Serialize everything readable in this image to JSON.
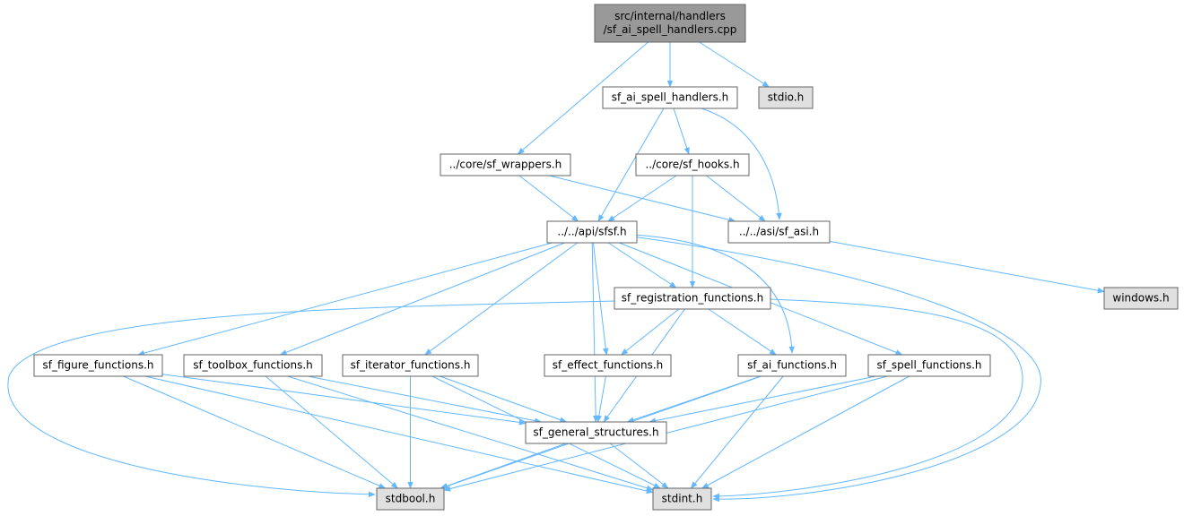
{
  "colors": {
    "edge": "#63b8ff",
    "root_fill": "#999999",
    "external_fill": "#e0e0e0",
    "internal_fill": "#ffffff",
    "border": "#666666"
  },
  "nodes": [
    {
      "id": "root",
      "lines": [
        "src/internal/handlers",
        "/sf_ai_spell_handlers.cpp"
      ],
      "kind": "root"
    },
    {
      "id": "sf_ai_spell_handlers_h",
      "lines": [
        "sf_ai_spell_handlers.h"
      ],
      "kind": "internal"
    },
    {
      "id": "stdio_h",
      "lines": [
        "stdio.h"
      ],
      "kind": "external"
    },
    {
      "id": "sf_wrappers_h",
      "lines": [
        "../core/sf_wrappers.h"
      ],
      "kind": "internal"
    },
    {
      "id": "sf_hooks_h",
      "lines": [
        "../core/sf_hooks.h"
      ],
      "kind": "internal"
    },
    {
      "id": "sfsf_h",
      "lines": [
        "../../api/sfsf.h"
      ],
      "kind": "internal"
    },
    {
      "id": "sf_asi_h",
      "lines": [
        "../../asi/sf_asi.h"
      ],
      "kind": "internal"
    },
    {
      "id": "windows_h",
      "lines": [
        "windows.h"
      ],
      "kind": "external"
    },
    {
      "id": "sf_registration_functions_h",
      "lines": [
        "sf_registration_functions.h"
      ],
      "kind": "internal"
    },
    {
      "id": "sf_figure_functions_h",
      "lines": [
        "sf_figure_functions.h"
      ],
      "kind": "internal"
    },
    {
      "id": "sf_toolbox_functions_h",
      "lines": [
        "sf_toolbox_functions.h"
      ],
      "kind": "internal"
    },
    {
      "id": "sf_iterator_functions_h",
      "lines": [
        "sf_iterator_functions.h"
      ],
      "kind": "internal"
    },
    {
      "id": "sf_effect_functions_h",
      "lines": [
        "sf_effect_functions.h"
      ],
      "kind": "internal"
    },
    {
      "id": "sf_ai_functions_h",
      "lines": [
        "sf_ai_functions.h"
      ],
      "kind": "internal"
    },
    {
      "id": "sf_spell_functions_h",
      "lines": [
        "sf_spell_functions.h"
      ],
      "kind": "internal"
    },
    {
      "id": "sf_general_structures_h",
      "lines": [
        "sf_general_structures.h"
      ],
      "kind": "internal"
    },
    {
      "id": "stdbool_h",
      "lines": [
        "stdbool.h"
      ],
      "kind": "external"
    },
    {
      "id": "stdint_h",
      "lines": [
        "stdint.h"
      ],
      "kind": "external"
    }
  ],
  "edges": [
    [
      "root",
      "sf_ai_spell_handlers_h"
    ],
    [
      "root",
      "stdio_h"
    ],
    [
      "root",
      "sf_wrappers_h"
    ],
    [
      "sf_ai_spell_handlers_h",
      "sf_hooks_h"
    ],
    [
      "sf_ai_spell_handlers_h",
      "sfsf_h"
    ],
    [
      "sf_ai_spell_handlers_h",
      "sf_asi_h"
    ],
    [
      "sf_wrappers_h",
      "sfsf_h"
    ],
    [
      "sf_wrappers_h",
      "sf_asi_h"
    ],
    [
      "sf_hooks_h",
      "sfsf_h"
    ],
    [
      "sf_hooks_h",
      "sf_asi_h"
    ],
    [
      "sf_hooks_h",
      "sf_registration_functions_h"
    ],
    [
      "sf_asi_h",
      "windows_h"
    ],
    [
      "sfsf_h",
      "sf_registration_functions_h"
    ],
    [
      "sfsf_h",
      "sf_figure_functions_h"
    ],
    [
      "sfsf_h",
      "sf_toolbox_functions_h"
    ],
    [
      "sfsf_h",
      "sf_iterator_functions_h"
    ],
    [
      "sfsf_h",
      "sf_effect_functions_h"
    ],
    [
      "sfsf_h",
      "sf_ai_functions_h"
    ],
    [
      "sfsf_h",
      "sf_spell_functions_h"
    ],
    [
      "sfsf_h",
      "sf_general_structures_h"
    ],
    [
      "sfsf_h",
      "stdint_h"
    ],
    [
      "sf_registration_functions_h",
      "sf_effect_functions_h"
    ],
    [
      "sf_registration_functions_h",
      "sf_ai_functions_h"
    ],
    [
      "sf_registration_functions_h",
      "sf_general_structures_h"
    ],
    [
      "sf_registration_functions_h",
      "stdbool_h"
    ],
    [
      "sf_registration_functions_h",
      "stdint_h"
    ],
    [
      "sf_figure_functions_h",
      "sf_general_structures_h"
    ],
    [
      "sf_figure_functions_h",
      "stdbool_h"
    ],
    [
      "sf_figure_functions_h",
      "stdint_h"
    ],
    [
      "sf_toolbox_functions_h",
      "sf_general_structures_h"
    ],
    [
      "sf_toolbox_functions_h",
      "stdbool_h"
    ],
    [
      "sf_toolbox_functions_h",
      "stdint_h"
    ],
    [
      "sf_iterator_functions_h",
      "sf_general_structures_h"
    ],
    [
      "sf_iterator_functions_h",
      "stdbool_h"
    ],
    [
      "sf_iterator_functions_h",
      "stdint_h"
    ],
    [
      "sf_effect_functions_h",
      "sf_general_structures_h"
    ],
    [
      "sf_ai_functions_h",
      "sf_general_structures_h"
    ],
    [
      "sf_ai_functions_h",
      "stdbool_h"
    ],
    [
      "sf_ai_functions_h",
      "stdint_h"
    ],
    [
      "sf_spell_functions_h",
      "sf_general_structures_h"
    ],
    [
      "sf_spell_functions_h",
      "stdbool_h"
    ],
    [
      "sf_spell_functions_h",
      "stdint_h"
    ],
    [
      "sf_general_structures_h",
      "stdbool_h"
    ],
    [
      "sf_general_structures_h",
      "stdint_h"
    ]
  ]
}
